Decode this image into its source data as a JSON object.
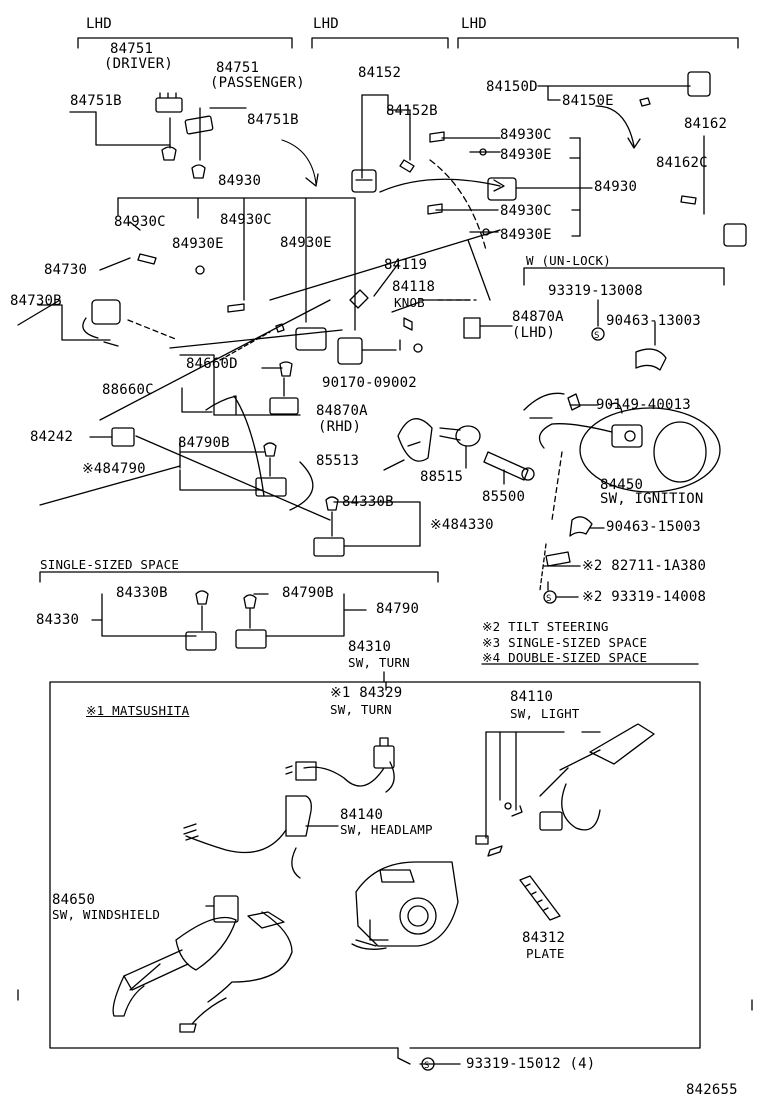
{
  "header": {
    "lhd_1": "LHD",
    "lhd_2": "LHD",
    "lhd_3": "LHD"
  },
  "parts": {
    "p84751_driver": "84751",
    "driver": "(DRIVER)",
    "p84751_passenger": "84751",
    "passenger": "(PASSENGER)",
    "p84751B_a": "84751B",
    "p84751B_b": "84751B",
    "p84152": "84152",
    "p84152B": "84152B",
    "p84150D": "84150D",
    "p84150E": "84150E",
    "p84162": "84162",
    "p84162C": "84162C",
    "p84930_top": "84930",
    "p84930C_left": "84930C",
    "p84930C_mid": "84930C",
    "p84930E_left": "84930E",
    "p84930E_mid": "84930E",
    "p84930C_r1": "84930C",
    "p84930E_r1": "84930E",
    "p84930_right": "84930",
    "p84930C_r2": "84930C",
    "p84930E_r2": "84930E",
    "p84730": "84730",
    "p84730B": "84730B",
    "p84119": "84119",
    "p84118": "84118",
    "knob": "KNOB",
    "p84870A_lhd": "84870A",
    "lhd_paren": "(LHD)",
    "w_unlock": "W (UN-LOCK)",
    "p93319_13008": "93319-13008",
    "p90463_13003": "90463-13003",
    "p84660D": "84660D",
    "p88660C": "88660C",
    "p90170_09002": "90170-09002",
    "p84870A_rhd": "84870A",
    "rhd_paren": "(RHD)",
    "p90149_40013": "90149-40013",
    "p84242": "84242",
    "p84790B": "84790B",
    "p84790_star": "※484790",
    "p85513": "85513",
    "p88515": "88515",
    "p85500": "85500",
    "p84450": "84450",
    "sw_ignition": "SW, IGNITION",
    "p84330B": "84330B",
    "p84330_star": "※484330",
    "p90463_15003": "90463-15003",
    "p82711": "※2  82711-1A380",
    "p93319_14008": "※2  93319-14008",
    "single_sized": "SINGLE-SIZED SPACE",
    "p84330": "84330",
    "p84330B_b": "84330B",
    "p84790B_b": "84790B",
    "p84790": "84790",
    "note2": "※2 TILT STEERING",
    "note3": "※3 SINGLE-SIZED SPACE",
    "note4": "※4 DOUBLE-SIZED SPACE",
    "p84310": "84310",
    "sw_turn_top": "SW, TURN",
    "matsushita": "※1 MATSUSHITA",
    "p84329": "※1  84329",
    "sw_turn_inner": "SW, TURN",
    "p84110": "84110",
    "sw_light": "SW, LIGHT",
    "p84140": "84140",
    "sw_headlamp": "SW, HEADLAMP",
    "p84650": "84650",
    "sw_windshield": "SW, WINDSHIELD",
    "p84312": "84312",
    "plate": "PLATE",
    "p93319_15012": "93319-15012 (4)",
    "drawing_no": "842655"
  }
}
